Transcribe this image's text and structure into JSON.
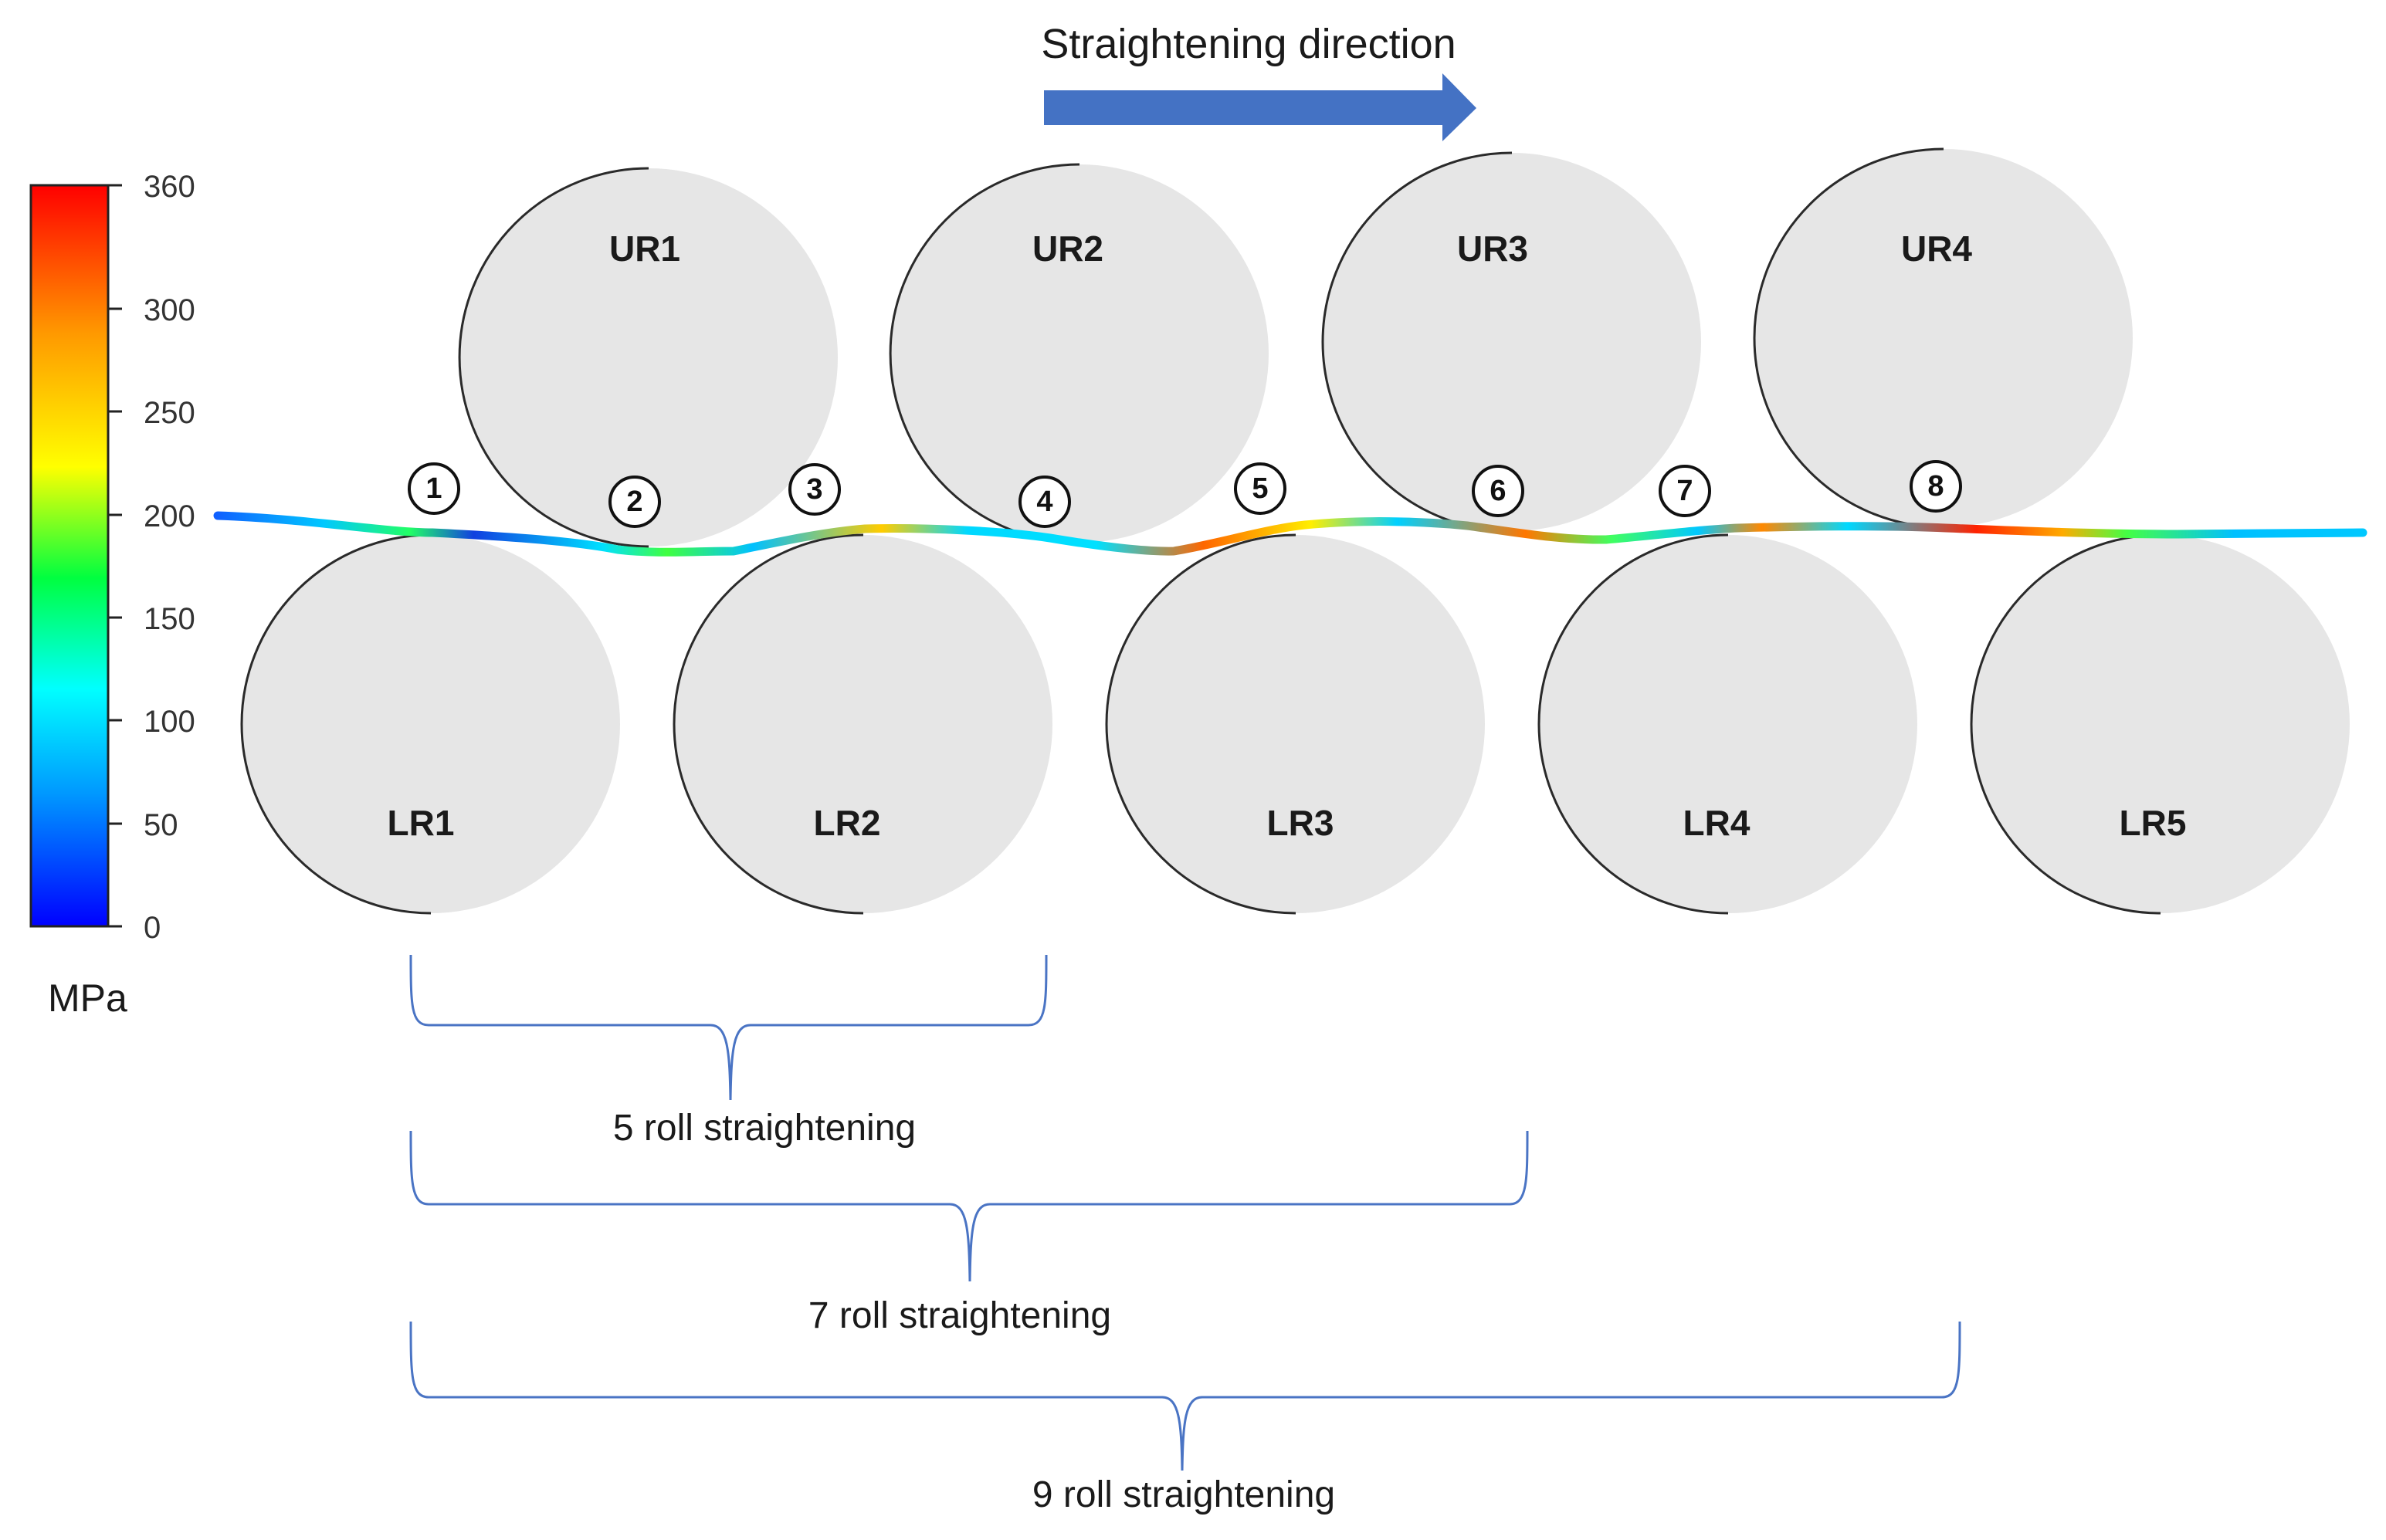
{
  "title": "Straightening direction",
  "colors": {
    "arrow": "#4472c4",
    "brace": "#4a74c4",
    "roll_fill": "#e6e6e6"
  },
  "colorbar": {
    "unit": "MPa",
    "ticks": [
      "360",
      "300",
      "250",
      "200",
      "150",
      "100",
      "50",
      "0"
    ],
    "gradient": [
      "#0000ff",
      "#00a0ff",
      "#00ffff",
      "#00ff60",
      "#ffff00",
      "#ff9900",
      "#ff0000"
    ]
  },
  "upper_rolls": [
    "UR1",
    "UR2",
    "UR3",
    "UR4"
  ],
  "lower_rolls": [
    "LR1",
    "LR2",
    "LR3",
    "LR4",
    "LR5"
  ],
  "contact_markers": [
    "1",
    "2",
    "3",
    "4",
    "5",
    "6",
    "7",
    "8"
  ],
  "braces": [
    "5 roll straightening",
    "7 roll straightening",
    "9 roll straightening"
  ]
}
